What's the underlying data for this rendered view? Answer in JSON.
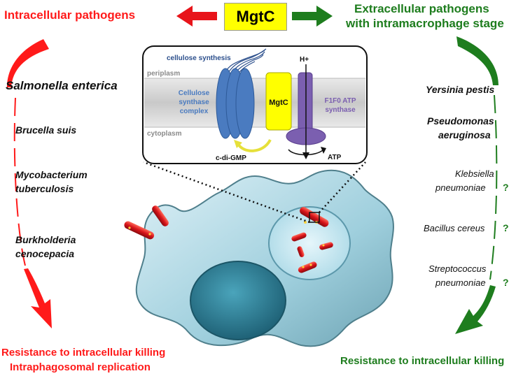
{
  "title": "MgtC",
  "left": {
    "heading": "Intracellular pathogens",
    "species": [
      {
        "line1": "Salmonella enterica",
        "line2": ""
      },
      {
        "line1": "Brucella suis",
        "line2": ""
      },
      {
        "line1": "Mycobacterium",
        "line2": "tuberculosis"
      },
      {
        "line1": "Burkholderia",
        "line2": "cenocepacia"
      }
    ],
    "outcome_line1": "Resistance to intracellular killing",
    "outcome_line2": "Intraphagosomal replication"
  },
  "right": {
    "heading_line1": "Extracellular pathogens",
    "heading_line2": "with intramacrophage stage",
    "species": [
      {
        "line1": "Yersinia pestis",
        "line2": "",
        "q": ""
      },
      {
        "line1": "Pseudomonas",
        "line2": "aeruginosa",
        "q": ""
      },
      {
        "line1": "Klebsiella",
        "line2": "pneumoniae",
        "q": "?"
      },
      {
        "line1": "Bacillus cereus",
        "line2": "",
        "q": "?"
      },
      {
        "line1": "Streptococcus",
        "line2": "pneumoniae",
        "q": "?"
      }
    ],
    "outcome": "Resistance to intracellular killing"
  },
  "inset": {
    "cellulose_synthesis": "cellulose synthesis",
    "periplasm": "periplasm",
    "cytoplasm": "cytoplasm",
    "complex_line1": "Cellulose",
    "complex_line2": "synthase",
    "complex_line3": "complex",
    "mgtc": "MgtC",
    "atp_line1": "F1F0 ATP",
    "atp_line2": "synthase",
    "h_plus": "H+",
    "atp": "ATP",
    "cdigmp": "c-di-GMP"
  },
  "colors": {
    "red": "#ff1a1a",
    "green": "#1e7d1e",
    "mgtc_box": "#ffff00",
    "synthase_blue": "#4a7bc0",
    "atp_purple": "#7b5fb0",
    "cell": "#b5dde8",
    "nucleus": "#2f7f95"
  }
}
